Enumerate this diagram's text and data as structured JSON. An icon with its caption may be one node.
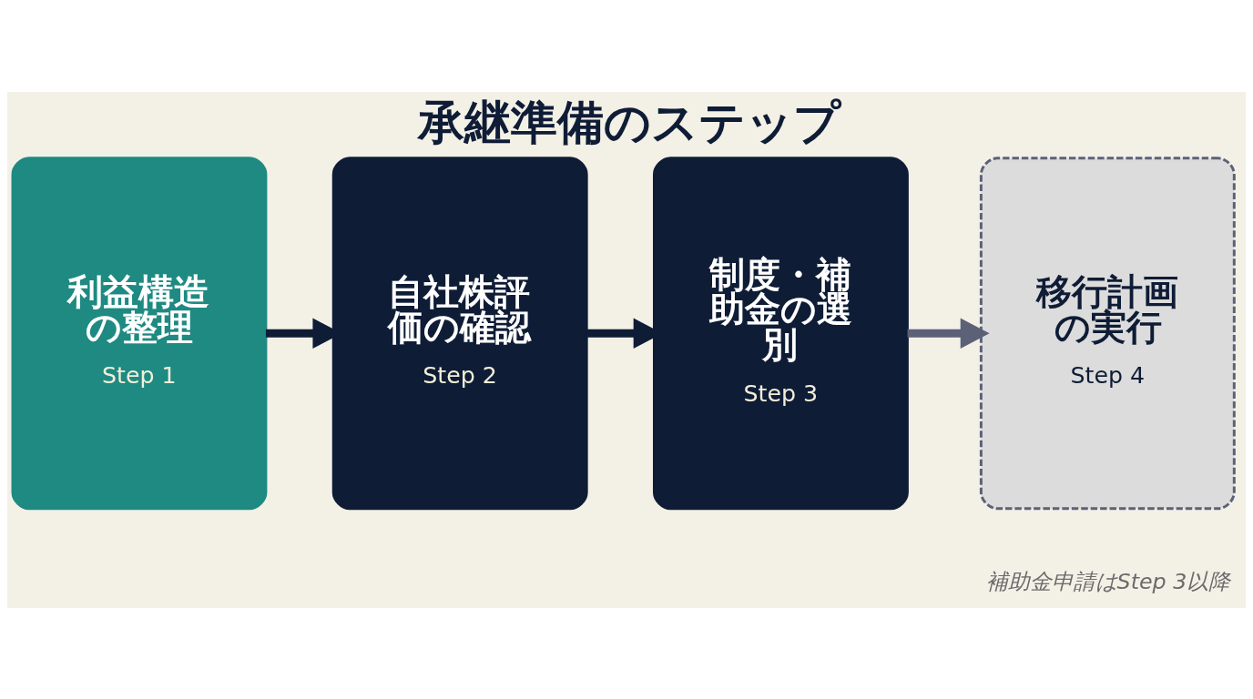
{
  "diagram": {
    "title": "承継準備のステップ",
    "nodes": [
      {
        "text": [
          "利益構造の整理",
          "Step 1"
        ]
      },
      {
        "text": [
          "自社株評価の確認",
          "Step 2"
        ]
      },
      {
        "text": [
          "制度・補助金の選別",
          "Step 3"
        ]
      },
      {
        "text": [
          "移行計画の実行",
          "Step 4"
        ]
      }
    ],
    "edges": [
      {
        "from": 0,
        "to": 1,
        "arrow": "to"
      },
      {
        "from": 1,
        "to": 2,
        "arrow": "to"
      },
      {
        "from": 2,
        "to": 3,
        "arrow": "to",
        "color": "#5c6178"
      }
    ],
    "labels": [
      "補助金申請はStep 3以降"
    ]
  }
}
